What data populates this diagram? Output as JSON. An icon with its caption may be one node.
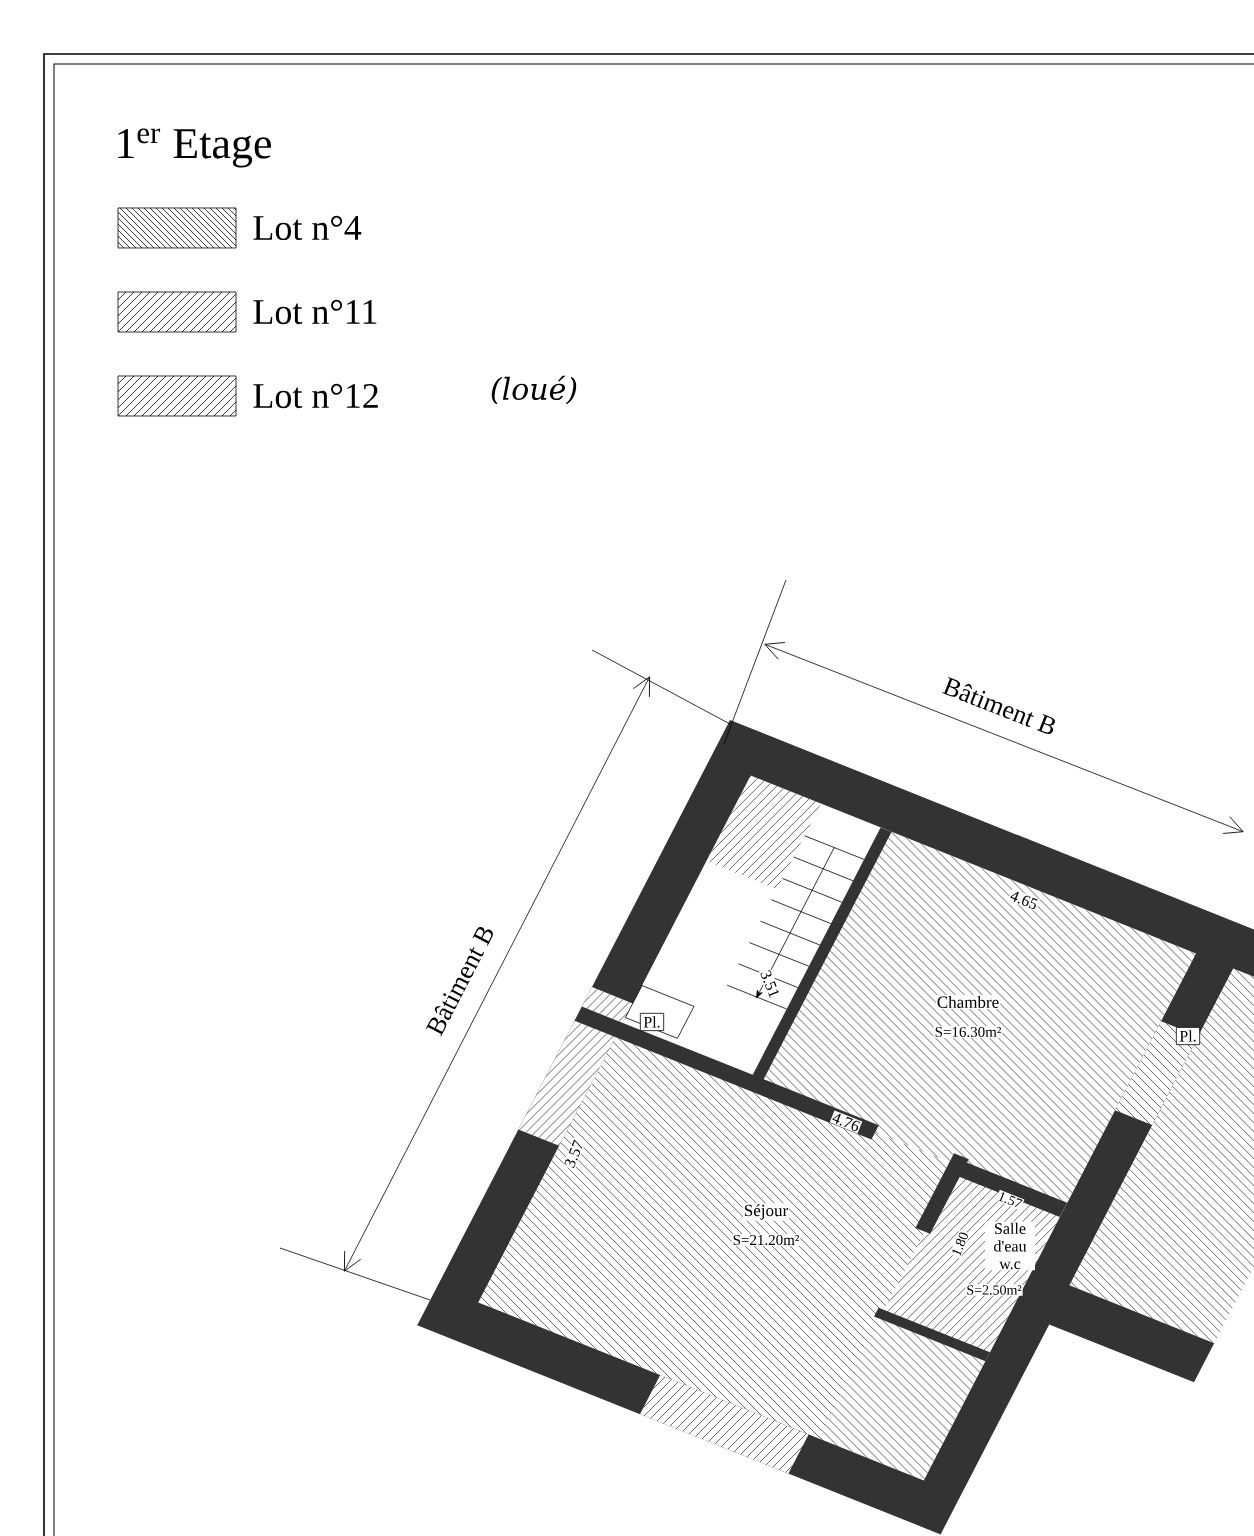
{
  "diagram": {
    "title": "1$^{er}$ Etage",
    "legend": [
      {
        "text": "Lot n°4"
      },
      {
        "text": "Lot n°11"
      },
      {
        "text": "Lot n°12"
      }
    ],
    "labels": [
      "(loué)",
      "Bâtiment B",
      "Bâtiment B",
      "4.65",
      "3.51",
      "Chambre",
      "S=16.30m²",
      "Pl.",
      "Pl.",
      "4.76",
      "3.57",
      "1.57",
      "Séjour",
      "S=21.20m²",
      "1.80",
      "Salle d'eau w.c",
      "S=2.50m²"
    ]
  }
}
